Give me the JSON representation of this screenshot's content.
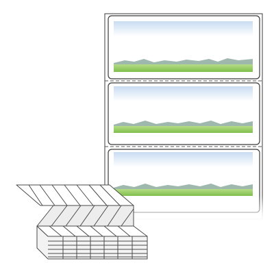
{
  "product": {
    "label_count_visible": 3,
    "colors": {
      "liner": "#ffffff",
      "outline": "#3a3a3a",
      "perforation": "#555555",
      "sky_top": "#c9dcf2",
      "sky_bottom": "#ffffff",
      "grass": "#8fca5a",
      "mountain": "#9fb8ae",
      "fanfold_stroke": "#4a4a4a",
      "fanfold_fill": "#ededed"
    },
    "labels": [
      {
        "name": "label-1",
        "art": "landscape"
      },
      {
        "name": "label-2",
        "art": "landscape"
      },
      {
        "name": "label-3",
        "art": "landscape"
      }
    ]
  }
}
